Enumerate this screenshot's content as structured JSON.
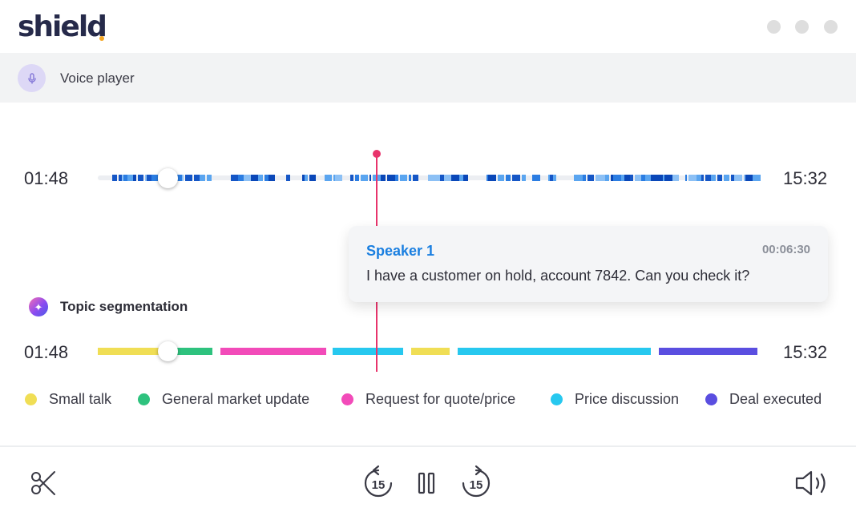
{
  "app": {
    "logo_text": "shield"
  },
  "toolbar": {
    "title": "Voice player",
    "icon": "microphone-icon"
  },
  "waveform": {
    "elapsed": "01:48",
    "total": "15:32",
    "progress": 0.105,
    "playhead": 0.42
  },
  "tooltip": {
    "speaker": "Speaker 1",
    "timestamp": "00:06:30",
    "text": "I have a customer on hold, account 7842. Can you check it?"
  },
  "topic_segmentation": {
    "title": "Topic segmentation",
    "icon": "sparkle-icon",
    "elapsed": "01:48",
    "total": "15:32"
  },
  "legend": [
    {
      "label": "Small talk",
      "color": "#f0de55"
    },
    {
      "label": "General market update",
      "color": "#2ec27e"
    },
    {
      "label": "Request for quote/price",
      "color": "#f24bb9"
    },
    {
      "label": "Price discussion",
      "color": "#27c8ef"
    },
    {
      "label": "Deal executed",
      "color": "#5a4ee0"
    }
  ],
  "controls": {
    "trim": "scissors-icon",
    "rewind": "15",
    "pause": "pause-icon",
    "forward": "15",
    "volume": "volume-icon"
  }
}
